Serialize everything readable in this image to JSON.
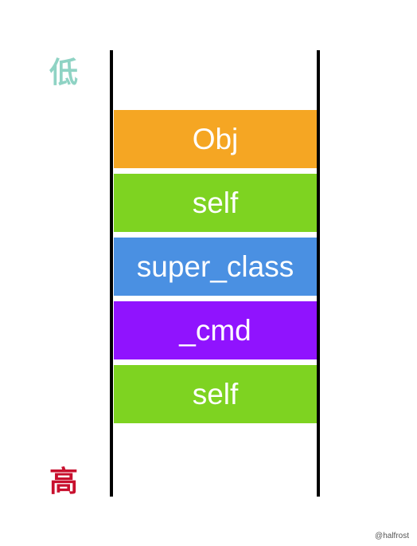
{
  "labels": {
    "low": "低",
    "low_color": "#8fd3c4",
    "high": "高",
    "high_color": "#c8102e"
  },
  "stack": [
    {
      "text": "Obj",
      "color": "#f5a623"
    },
    {
      "text": "self",
      "color": "#7ed321"
    },
    {
      "text": "super_class",
      "color": "#4a90e2"
    },
    {
      "text": "_cmd",
      "color": "#9013fe"
    },
    {
      "text": "self",
      "color": "#7ed321"
    }
  ],
  "watermark": "@halfrost"
}
